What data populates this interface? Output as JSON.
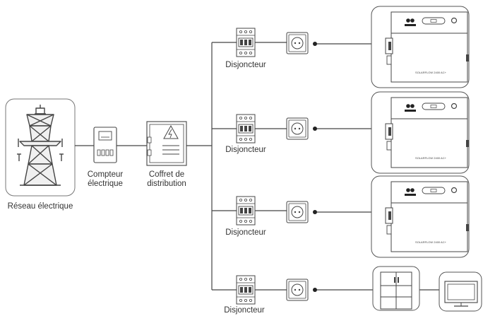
{
  "labels": {
    "grid": "Réseau électrique",
    "meter_line1": "Compteur",
    "meter_line2": "électrique",
    "panel_line1": "Coffret de",
    "panel_line2": "distribution",
    "breaker": "Disjoncteur"
  },
  "device_text": {
    "brand": "SOLARFLOW 2400 AC+"
  },
  "colors": {
    "line": "#444444",
    "card_border": "#555555",
    "tower_fill": "#f0f0f0",
    "accent_dark": "#222222"
  },
  "icons": [
    "power-tower-icon",
    "meter-icon",
    "distribution-box-icon",
    "breaker-icon",
    "socket-icon",
    "battery-unit-icon",
    "fridge-icon",
    "tv-icon"
  ]
}
